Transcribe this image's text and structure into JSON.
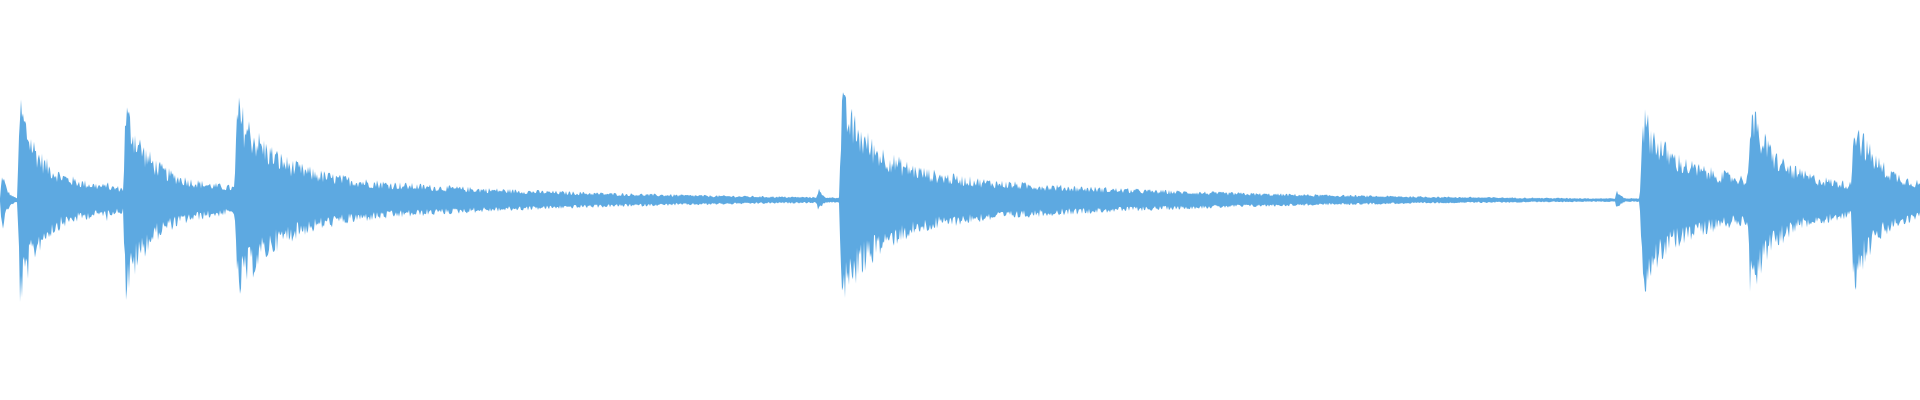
{
  "waveform": {
    "color": "#5DA9E1",
    "background": "#FFFFFF",
    "events": [
      {
        "position": 0.0,
        "peak": 0.3,
        "sustain": 0.05,
        "decay": 0.01
      },
      {
        "position": 0.009,
        "peak": 0.65,
        "sustain": 0.25,
        "decay": 0.04
      },
      {
        "position": 0.054,
        "peak": 0.22,
        "sustain": 0.1,
        "decay": 0.01
      },
      {
        "position": 0.064,
        "peak": 0.6,
        "sustain": 0.25,
        "decay": 0.05
      },
      {
        "position": 0.122,
        "peak": 0.58,
        "sustain": 0.3,
        "decay": 0.08
      },
      {
        "position": 0.425,
        "peak": 0.12,
        "sustain": 0.05,
        "decay": 0.01
      },
      {
        "position": 0.437,
        "peak": 0.6,
        "sustain": 0.3,
        "decay": 0.085
      },
      {
        "position": 0.841,
        "peak": 0.1,
        "sustain": 0.05,
        "decay": 0.01
      },
      {
        "position": 0.854,
        "peak": 0.55,
        "sustain": 0.45,
        "decay": 0.05
      },
      {
        "position": 0.91,
        "peak": 0.6,
        "sustain": 0.3,
        "decay": 0.05
      },
      {
        "position": 0.964,
        "peak": 0.55,
        "sustain": 0.25,
        "decay": 0.05
      }
    ],
    "floor": 0.01
  }
}
